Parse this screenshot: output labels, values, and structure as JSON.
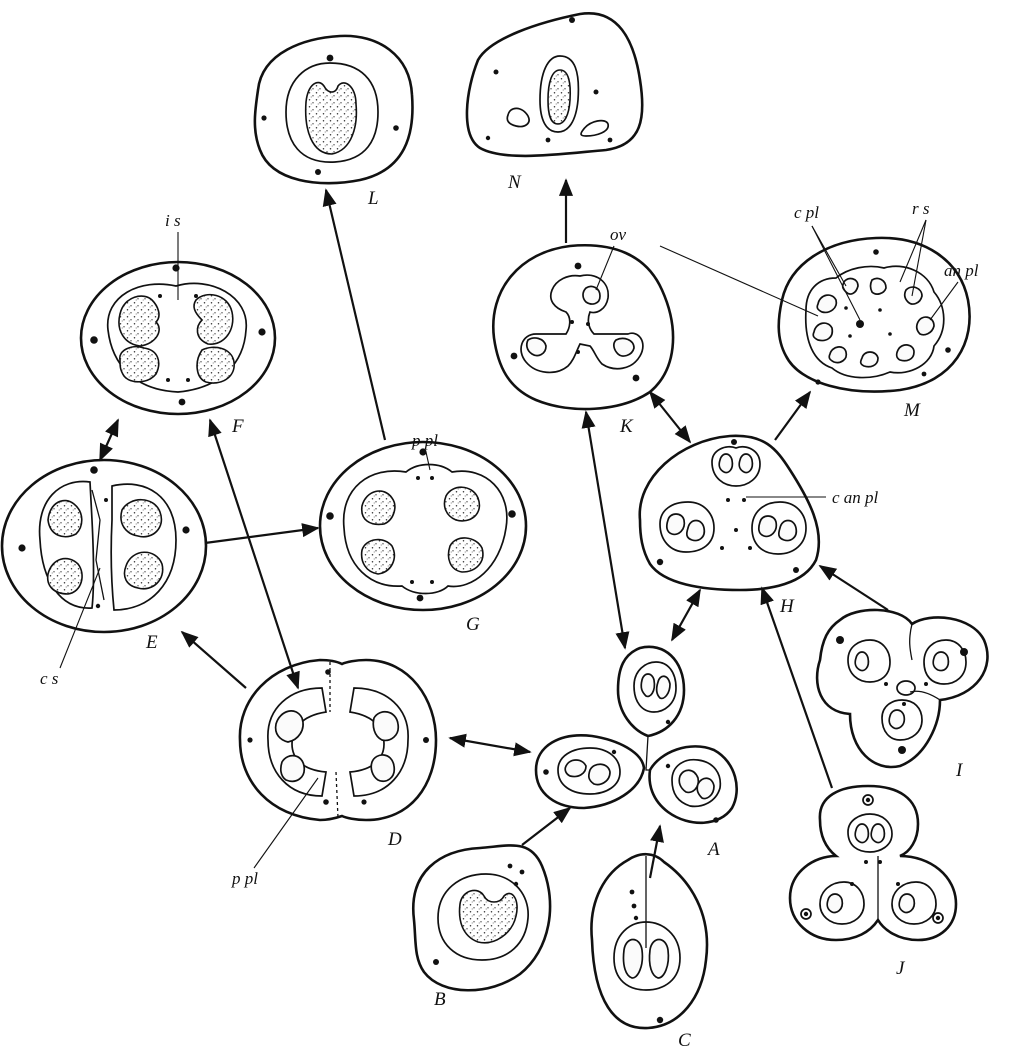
{
  "labels": {
    "A": "A",
    "B": "B",
    "C": "C",
    "D": "D",
    "E": "E",
    "F": "F",
    "G": "G",
    "H": "H",
    "I": "I",
    "J": "J",
    "K": "K",
    "L": "L",
    "M": "M",
    "N": "N"
  },
  "annotations": {
    "is": "i s",
    "cs": "c s",
    "ppl_g": "p pl",
    "ppl_d": "p pl",
    "ov": "ov",
    "cpl": "c pl",
    "rs": "r s",
    "anpl": "an pl",
    "canpl": "c an pl"
  }
}
